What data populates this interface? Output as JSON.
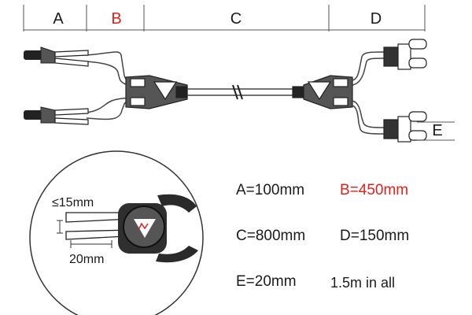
{
  "segments": {
    "a": "A",
    "b": "B",
    "c": "C",
    "d": "D",
    "e": "E"
  },
  "detail": {
    "gap_label": "≤15mm",
    "tip_label": "20mm"
  },
  "specs": {
    "a": "A=100mm",
    "b": "B=450mm",
    "c": "C=800mm",
    "d": "D=150mm",
    "e": "E=20mm",
    "total": "1.5m in all"
  },
  "colors": {
    "highlight": "#e0201c",
    "line": "#333333"
  }
}
